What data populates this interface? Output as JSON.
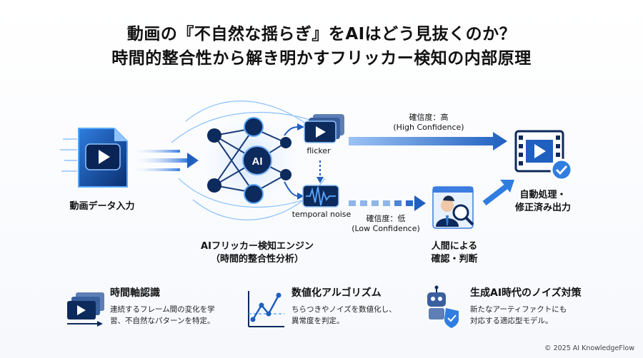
{
  "title": {
    "line1": "動画の『不自然な揺らぎ』をAIはどう見抜くのか？",
    "line2": "時間的整合性から解き明かすフリッカー検知の内部原理"
  },
  "flow": {
    "input_label": "動画データ入力",
    "engine_label_1": "AIフリッカー検知エンジン",
    "engine_label_2": "（時間的整合性分析）",
    "ai_text": "AI",
    "flicker_label": "flicker",
    "noise_label": "temporal noise",
    "high_conf_1": "確信度：高",
    "high_conf_2": "(High Confidence)",
    "low_conf_1": "確信度：低",
    "low_conf_2": "(Low Confidence)",
    "human_1": "人間による",
    "human_2": "確認・判断",
    "output_1": "自動処理・",
    "output_2": "修正済み出力"
  },
  "features": [
    {
      "title": "時間軸認識",
      "desc": "連続するフレーム間の変化を学\n習、不自然なパターンを特定。",
      "icon": "video-frames-icon"
    },
    {
      "title": "数値化アルゴリズム",
      "desc": "ちらつきやノイズを数値化し、\n異常度を判定。",
      "icon": "line-chart-icon"
    },
    {
      "title": "生成AI時代のノイズ対策",
      "desc": "新たなアーティファクトにも\n対応する適応型モデル。",
      "icon": "robot-shield-icon"
    }
  ],
  "copyright": "© 2025 AI KnowledgeFlow",
  "colors": {
    "accent": "#1f5fbf",
    "dark": "#0d2a5c",
    "light": "#5aa9ff"
  }
}
